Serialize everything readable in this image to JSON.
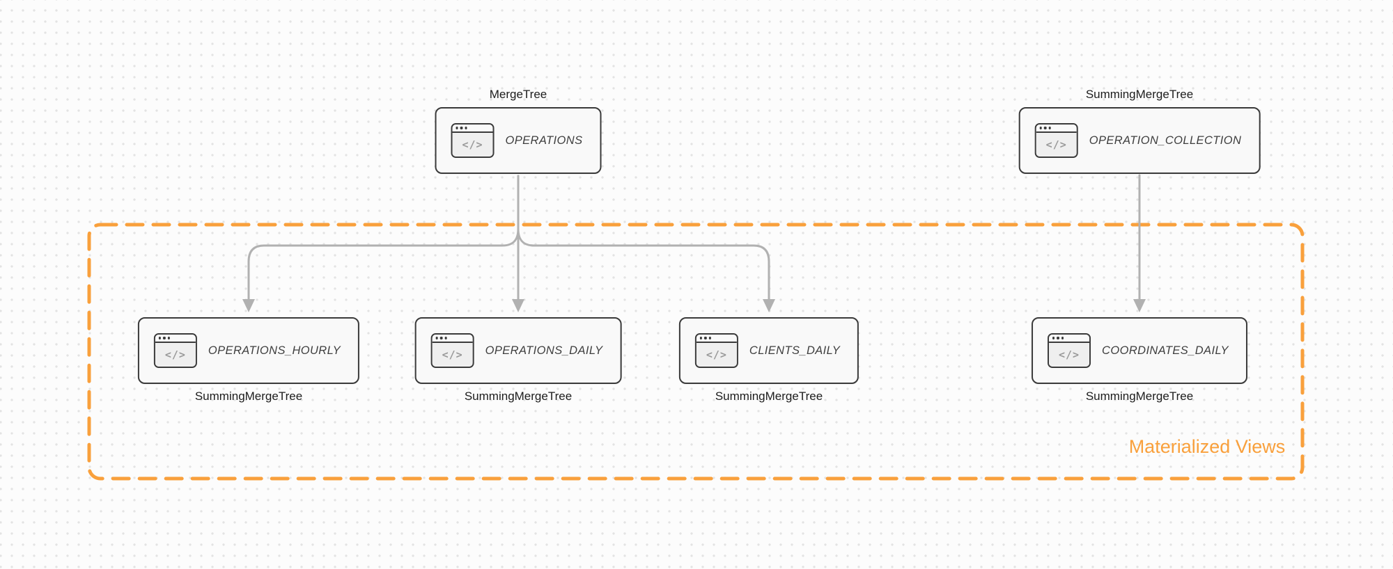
{
  "diagram": {
    "group_box": {
      "label": "Materialized Views",
      "color": "#F9A03C"
    },
    "icon": {
      "name": "code-window-icon",
      "glyph": "</>"
    },
    "nodes": [
      {
        "id": "operations",
        "label": "OPERATIONS",
        "engine": "MergeTree",
        "engine_position": "top"
      },
      {
        "id": "operation_collection",
        "label": "OPERATION_COLLECTION",
        "engine": "SummingMergeTree",
        "engine_position": "top"
      },
      {
        "id": "operations_hourly",
        "label": "OPERATIONS_HOURLY",
        "engine": "SummingMergeTree",
        "engine_position": "bottom"
      },
      {
        "id": "operations_daily",
        "label": "OPERATIONS_DAILY",
        "engine": "SummingMergeTree",
        "engine_position": "bottom"
      },
      {
        "id": "clients_daily",
        "label": "CLIENTS_DAILY",
        "engine": "SummingMergeTree",
        "engine_position": "bottom"
      },
      {
        "id": "coordinates_daily",
        "label": "COORDINATES_DAILY",
        "engine": "SummingMergeTree",
        "engine_position": "bottom"
      }
    ],
    "edges": [
      {
        "from": "operations",
        "to": "operations_hourly"
      },
      {
        "from": "operations",
        "to": "operations_daily"
      },
      {
        "from": "operations",
        "to": "clients_daily"
      },
      {
        "from": "operation_collection",
        "to": "coordinates_daily"
      }
    ],
    "colors": {
      "node_border": "#3A3A3A",
      "node_fill": "#F9F9F9",
      "edge": "#B1B1B1",
      "accent_orange": "#F9A03C",
      "canvas_bg": "#FCFCFC",
      "dot_grid": "#E3E3E3"
    }
  }
}
